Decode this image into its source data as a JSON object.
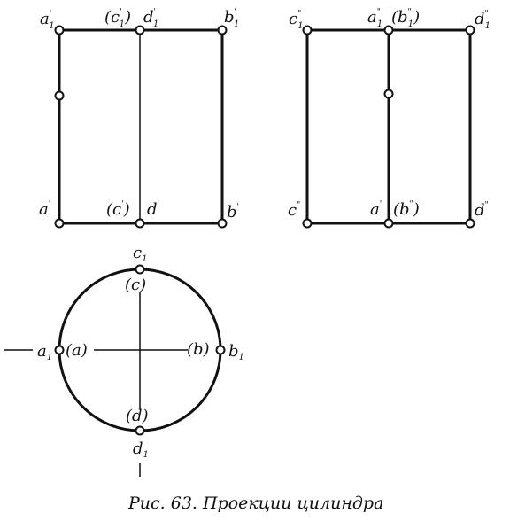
{
  "caption": "Рис. 63. Проекции цилиндра",
  "labels": {
    "front": {
      "a_top": {
        "base": "a",
        "sup": "'",
        "sub": "1"
      },
      "c_top": {
        "base": "(c",
        "sup": "'",
        "sub": "1",
        "close": ")"
      },
      "d_top": {
        "base": "d",
        "sup": "'",
        "sub": "1"
      },
      "b_top": {
        "base": "b",
        "sup": "'",
        "sub": "1"
      },
      "a_bot": {
        "base": "a",
        "sup": "'"
      },
      "c_bot": {
        "base": "(c",
        "sup": "'",
        "close": ")"
      },
      "d_bot": {
        "base": "d",
        "sup": "'"
      },
      "b_bot": {
        "base": "b",
        "sup": "'"
      }
    },
    "side": {
      "c_top": {
        "base": "c",
        "sup": "\"",
        "sub": "1"
      },
      "a_top": {
        "base": "a",
        "sup": "\"",
        "sub": "1"
      },
      "b_top": {
        "base": "(b",
        "sup": "\"",
        "sub": "1",
        "close": ")"
      },
      "d_top": {
        "base": "d",
        "sup": "\"",
        "sub": "1"
      },
      "c_bot": {
        "base": "c",
        "sup": "\""
      },
      "a_bot": {
        "base": "a",
        "sup": "\""
      },
      "b_bot": {
        "base": "(b",
        "sup": "\"",
        "close": ")"
      },
      "d_bot": {
        "base": "d",
        "sup": "\""
      }
    },
    "top": {
      "c1": {
        "base": "c",
        "sub": "1"
      },
      "c": {
        "base": "(c)"
      },
      "a1": {
        "base": "a",
        "sub": "1"
      },
      "a": {
        "base": "(a)"
      },
      "b": {
        "base": "(b)"
      },
      "b1": {
        "base": "b",
        "sub": "1"
      },
      "d": {
        "base": "(d)"
      },
      "d1": {
        "base": "d",
        "sub": "1"
      }
    }
  }
}
